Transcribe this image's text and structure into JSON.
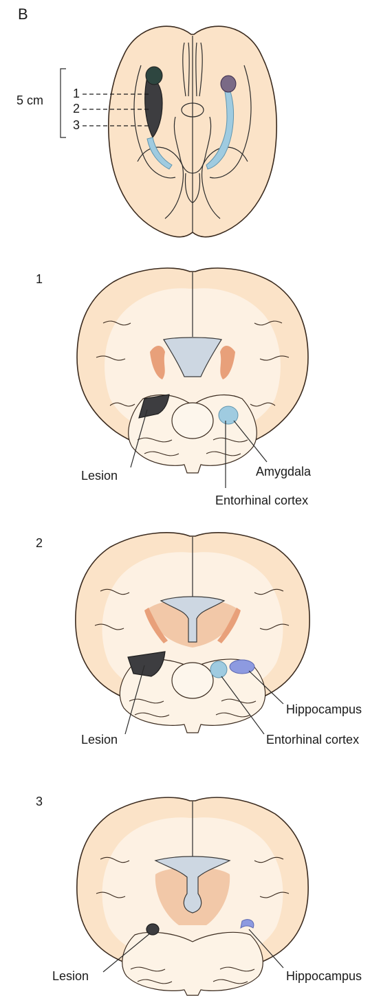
{
  "figure": {
    "panel_letter": "B",
    "scale_label": "5 cm",
    "top_view": {
      "section_markers": [
        "1",
        "2",
        "3"
      ]
    },
    "sections": [
      {
        "number": "1",
        "labels": {
          "lesion": "Lesion",
          "amygdala": "Amygdala",
          "entorhinal": "Entorhinal cortex"
        }
      },
      {
        "number": "2",
        "labels": {
          "lesion": "Lesion",
          "hippocampus": "Hippocampus",
          "entorhinal": "Entorhinal cortex"
        }
      },
      {
        "number": "3",
        "labels": {
          "lesion": "Lesion",
          "hippocampus": "Hippocampus"
        }
      }
    ],
    "colors": {
      "cortex": "#fbe3c8",
      "white_matter": "#fdf1e3",
      "lesion": "#3d3d40",
      "hippocampus": "#8d9ae0",
      "entorhinal_cortex": "#9fcbe0",
      "ventricle": "#cdd7e2",
      "basal_ganglia": "#f2c8a8"
    }
  }
}
